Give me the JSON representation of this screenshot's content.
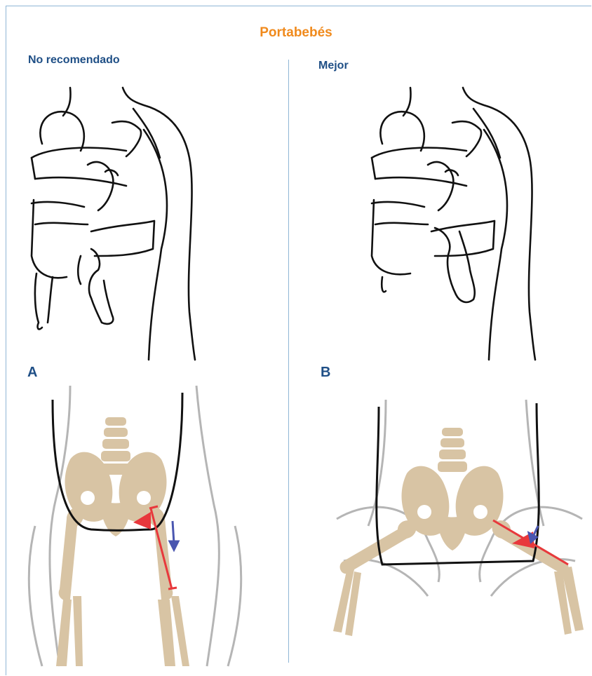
{
  "title": "Portabebés",
  "left": {
    "label": "No recomendado",
    "letter": "A"
  },
  "right": {
    "label": "Mejor",
    "letter": "B"
  },
  "colors": {
    "title": "#f08a1c",
    "labels": "#1f4f86",
    "bone": "#d8c4a4",
    "bone_dark": "#c6ad87",
    "angle_line": "#e8383c",
    "arrow": "#4a56b0",
    "outline_gray": "#b5b5b5",
    "divider": "#8fb6d6"
  },
  "icons": [
    "carrier-illustration-not-recommended",
    "carrier-illustration-better",
    "hip-diagram-a",
    "hip-diagram-b"
  ]
}
